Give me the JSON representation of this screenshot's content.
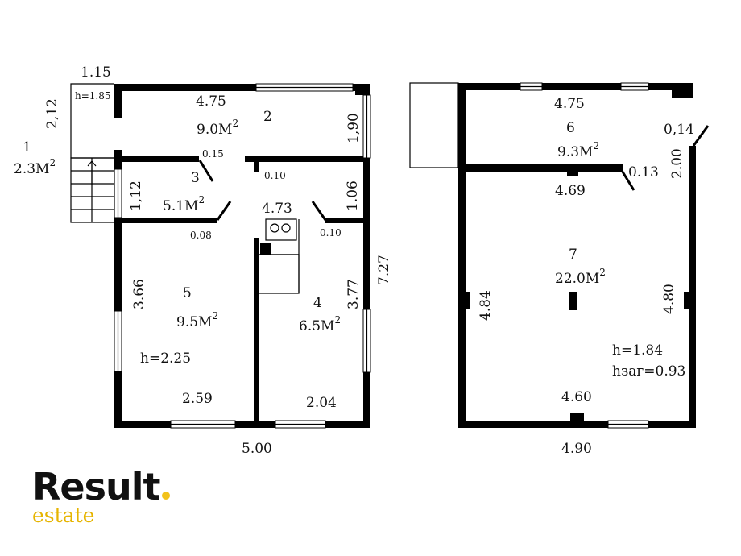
{
  "dimensions": {
    "d_1_15": "1.15",
    "d_2_12": "2,12",
    "h_1_85": "h=1.85",
    "d_4_75a": "4.75",
    "d_1_90": "1,90",
    "d_0_15": "0.15",
    "d_0_10a": "0.10",
    "d_1_12": "1,12",
    "d_1_06": "1.06",
    "d_4_73": "4.73",
    "d_0_08": "0.08",
    "d_0_10b": "0.10",
    "d_7_27": "7.27",
    "d_3_66": "3.66",
    "d_3_77": "3.77",
    "h_2_25": "h=2.25",
    "d_2_59": "2.59",
    "d_2_04": "2.04",
    "d_5_00": "5.00",
    "d_4_75b": "4.75",
    "d_0_14": "0,14",
    "d_2_00": "2.00",
    "d_0_13": "0.13",
    "d_4_69": "4.69",
    "d_4_84": "4.84",
    "d_4_80": "4.80",
    "h_1_84": "h=1.84",
    "hzag": "hзаг=0.93",
    "d_4_60": "4.60",
    "d_4_90": "4.90"
  },
  "rooms": {
    "r1": {
      "num": "1",
      "area": "2.3",
      "unit": "М",
      "sup": "2"
    },
    "r2": {
      "num": "2",
      "area": "9.0",
      "unit": "М",
      "sup": "2"
    },
    "r3": {
      "num": "3",
      "area": "5.1",
      "unit": "М",
      "sup": "2"
    },
    "r4": {
      "num": "4",
      "area": "6.5",
      "unit": "М",
      "sup": "2"
    },
    "r5": {
      "num": "5",
      "area": "9.5",
      "unit": "М",
      "sup": "2"
    },
    "r6": {
      "num": "6",
      "area": "9.3",
      "unit": "М",
      "sup": "2"
    },
    "r7": {
      "num": "7",
      "area": "22.0",
      "unit": "М",
      "sup": "2"
    }
  },
  "logo": {
    "main": "Result",
    "sub": "estate",
    "accent": "#f2c21b"
  }
}
